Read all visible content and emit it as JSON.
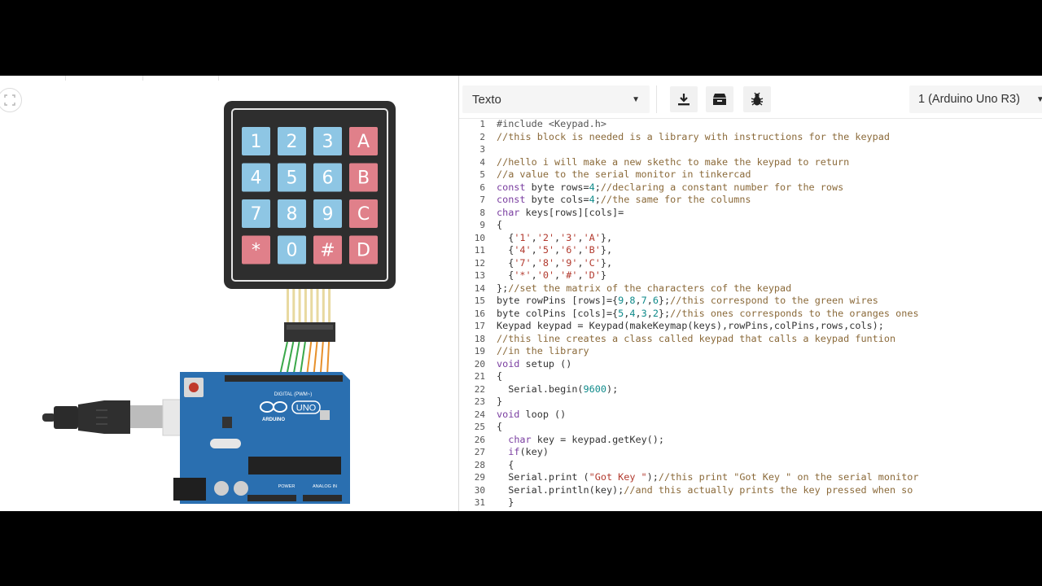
{
  "editor": {
    "mode_label": "Texto",
    "device_label": "1 (Arduino Uno R3)",
    "toolbar_icons": [
      "download-icon",
      "library-icon",
      "debug-bug-icon"
    ]
  },
  "circuit": {
    "keypad_keys": [
      [
        "1",
        "2",
        "3",
        "A"
      ],
      [
        "4",
        "5",
        "6",
        "B"
      ],
      [
        "7",
        "8",
        "9",
        "C"
      ],
      [
        "*",
        "0",
        "#",
        "D"
      ]
    ],
    "board_logo": "UNO",
    "board_brand": "ARDUINO",
    "digital_label": "DIGITAL (PWM~)",
    "power_label": "POWER",
    "analog_label": "ANALOG IN",
    "colors": {
      "key_blue": "#8ec6e4",
      "key_red": "#e0808a",
      "board_blue": "#2a6fb0",
      "wire_green": "#3aa84a",
      "wire_orange": "#e7902b"
    }
  },
  "code": {
    "lines": [
      {
        "n": "1",
        "t": "#include <Keypad.h>",
        "k": "pre"
      },
      {
        "n": "2",
        "t": "//this block is needed is a library with instructions for the keypad",
        "k": "com"
      },
      {
        "n": "3",
        "t": "",
        "k": ""
      },
      {
        "n": "4",
        "t": "//hello i will make a new skethc to make the keypad to return",
        "k": "com"
      },
      {
        "n": "5",
        "t": "//a value to the serial monitor in tinkercad",
        "k": "com"
      },
      {
        "n": "6",
        "t": "const byte rows=4;//declaring a constant number for the rows",
        "k": "code"
      },
      {
        "n": "7",
        "t": "const byte cols=4;//the same for the columns",
        "k": "code"
      },
      {
        "n": "8",
        "t": "char keys[rows][cols]=",
        "k": "code"
      },
      {
        "n": "9",
        "t": "{",
        "k": "code"
      },
      {
        "n": "10",
        "t": "  {'1','2','3','A'},",
        "k": "code"
      },
      {
        "n": "11",
        "t": "  {'4','5','6','B'},",
        "k": "code"
      },
      {
        "n": "12",
        "t": "  {'7','8','9','C'},",
        "k": "code"
      },
      {
        "n": "13",
        "t": "  {'*','0','#','D'}",
        "k": "code"
      },
      {
        "n": "14",
        "t": "};//set the matrix of the characters cof the keypad",
        "k": "code"
      },
      {
        "n": "15",
        "t": "byte rowPins [rows]={9,8,7,6};//this correspond to the green wires",
        "k": "code"
      },
      {
        "n": "16",
        "t": "byte colPins [cols]={5,4,3,2};//this ones corresponds to the oranges ones",
        "k": "code"
      },
      {
        "n": "17",
        "t": "Keypad keypad = Keypad(makeKeymap(keys),rowPins,colPins,rows,cols);",
        "k": "code"
      },
      {
        "n": "18",
        "t": "//this line creates a class called keypad that calls a keypad funtion",
        "k": "com"
      },
      {
        "n": "19",
        "t": "//in the library",
        "k": "com"
      },
      {
        "n": "20",
        "t": "void setup ()",
        "k": "code"
      },
      {
        "n": "21",
        "t": "{",
        "k": "code"
      },
      {
        "n": "22",
        "t": "  Serial.begin(9600);",
        "k": "code"
      },
      {
        "n": "23",
        "t": "}",
        "k": "code"
      },
      {
        "n": "24",
        "t": "void loop ()",
        "k": "code"
      },
      {
        "n": "25",
        "t": "{",
        "k": "code"
      },
      {
        "n": "26",
        "t": "  char key = keypad.getKey();",
        "k": "code"
      },
      {
        "n": "27",
        "t": "  if(key)",
        "k": "code"
      },
      {
        "n": "28",
        "t": "  {",
        "k": "code"
      },
      {
        "n": "29",
        "t": "  Serial.print (\"Got Key \");//this print \"Got Key \" on the serial monitor",
        "k": "code"
      },
      {
        "n": "30",
        "t": "  Serial.println(key);//and this actually prints the key pressed when so",
        "k": "code"
      },
      {
        "n": "31",
        "t": "  }",
        "k": "code"
      }
    ]
  }
}
